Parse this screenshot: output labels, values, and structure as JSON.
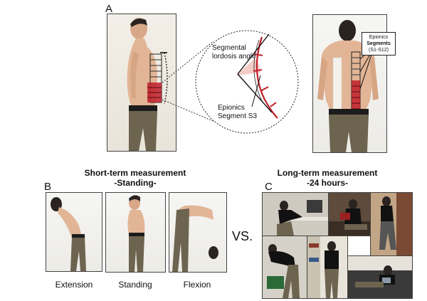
{
  "panels": {
    "a": {
      "letter": "A"
    },
    "b": {
      "letter": "B"
    },
    "c": {
      "letter": "C"
    }
  },
  "zoom": {
    "angle_label_line1": "Segmental",
    "angle_label_line2": "lordosis angle",
    "segment_label_line1": "Epionics",
    "segment_label_line2": "Segment S3"
  },
  "back_callout": {
    "line1": "Epionics",
    "line2": "Segments",
    "line3": "(S1-S12)"
  },
  "short_term": {
    "title_line1": "Short-term measurement",
    "title_line2": "-Standing-",
    "captions": [
      "Extension",
      "Standing",
      "Flexion"
    ]
  },
  "long_term": {
    "title_line1": "Long-term measurement",
    "title_line2": "-24 hours-"
  },
  "vs_label": "VS.",
  "colors": {
    "sensor_red": "#c0202a",
    "skin": "#e2b596",
    "trousers": "#6d6450",
    "tape": "#f4f1ea"
  }
}
